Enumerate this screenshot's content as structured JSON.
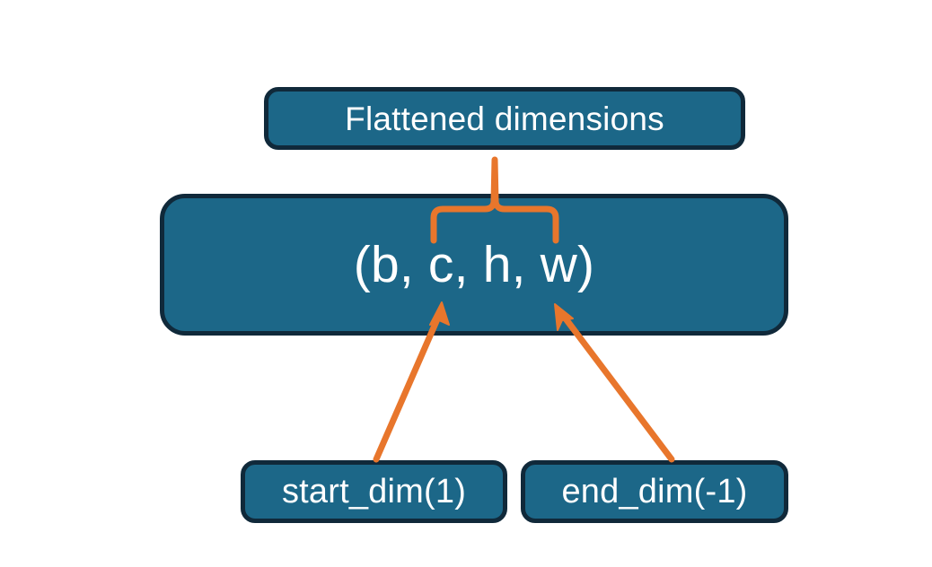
{
  "diagram": {
    "title": "PyTorch flatten start_dim / end_dim illustration",
    "background_color": "#ffffff",
    "nodes": {
      "flattened": {
        "label": "Flattened dimensions"
      },
      "shape": {
        "label": "(b, c, h, w)"
      },
      "start_dim": {
        "label": "start_dim(1)"
      },
      "end_dim": {
        "label": "end_dim(-1)"
      }
    },
    "colors": {
      "node_fill": "#1C6788",
      "node_border": "#10293A",
      "node_text": "#ffffff",
      "connector": "#E8762C"
    },
    "connectors": [
      {
        "name": "brace-to-flattened",
        "type": "curly-brace",
        "from": "shape",
        "to": "flattened",
        "spans_label_part": "c, h, w"
      },
      {
        "name": "start-dim-arrow",
        "type": "arrow",
        "from": "start_dim",
        "to": "shape",
        "points_at_label_part": "c"
      },
      {
        "name": "end-dim-arrow",
        "type": "arrow",
        "from": "end_dim",
        "to": "shape",
        "points_at_label_part": "w"
      }
    ]
  }
}
